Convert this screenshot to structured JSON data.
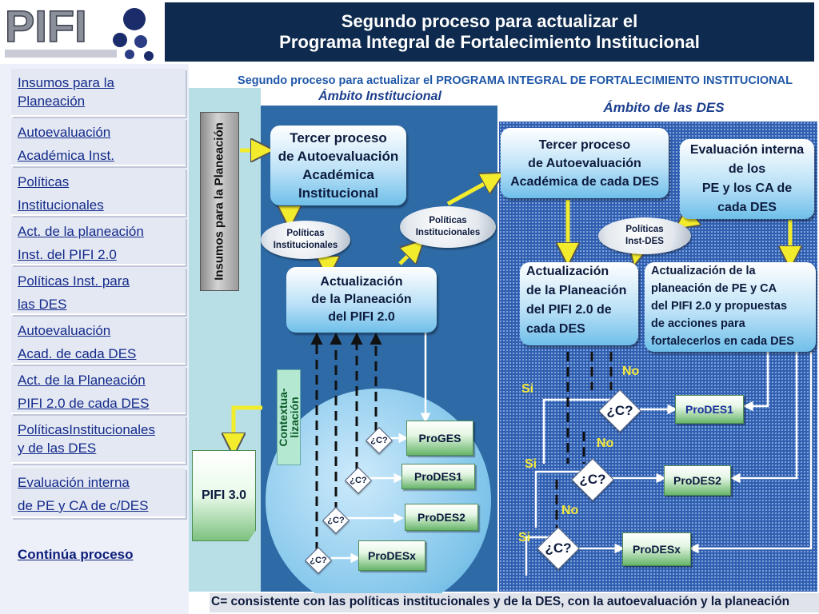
{
  "header": {
    "logo_text": "PIFI",
    "title_line1": "Segundo proceso para actualizar el",
    "title_line2": "Programa Integral de Fortalecimiento Institucional"
  },
  "sidebar": {
    "items": [
      {
        "line1": "Insumos para la",
        "line2": "Planeación"
      },
      {
        "line1": "Autoevaluación",
        "line2": "Académica Inst."
      },
      {
        "line1": "Políticas",
        "line2": "Institucionales"
      },
      {
        "line1": "Act. de la planeación",
        "line2": "Inst. del PIFI 2.0"
      },
      {
        "line1": "Políticas Inst. para",
        "line2": "las DES"
      },
      {
        "line1": "Autoevaluación",
        "line2": "Acad. de cada DES"
      },
      {
        "line1": "Act. de la Planeación",
        "line2": "PIFI 2.0 de cada DES"
      },
      {
        "line1": "PolíticasInstitucionales",
        "line2": "y de las DES"
      },
      {
        "line1": "Evaluación interna",
        "line2": "de PE y CA de c/DES"
      }
    ],
    "continue_label": "Continúa proceso"
  },
  "diagram": {
    "title": "Segundo proceso para actualizar el PROGRAMA INTEGRAL DE FORTALECIMIENTO INSTITUCIONAL",
    "scope_inst": "Ámbito Institucional",
    "scope_des": "Ámbito de las DES",
    "insumos": "Insumos para la Planeación",
    "contextualizacion": "Contextua- lización",
    "pifi_30": "PIFI 3.0",
    "tercer_inst": [
      "Tercer proceso",
      "de Autoevaluación",
      "Académica",
      "Institucional"
    ],
    "tercer_des": [
      "Tercer proceso",
      "de Autoevaluación",
      "Académica de cada DES"
    ],
    "eval_interna": [
      "Evaluación interna",
      "de los",
      "PE y los CA de",
      "cada DES"
    ],
    "actualizacion_inst": [
      "Actualización",
      "de la Planeación",
      "del PIFI 2.0"
    ],
    "actualizacion_des": [
      "Actualización",
      "de la Planeación",
      "del PIFI 2.0 de",
      "cada DES"
    ],
    "actualizacion_pe": [
      "Actualización de la",
      "planeación de PE y CA",
      "del PIFI 2.0 y propuestas",
      "de acciones para",
      "fortalecerlos en cada DES"
    ],
    "pol_inst_1": [
      "Políticas",
      "Institucionales"
    ],
    "pol_inst_2": [
      "Políticas",
      "Institucionales"
    ],
    "pol_des": [
      "Políticas",
      "Inst-DES"
    ],
    "pro_left": [
      "ProGES",
      "ProDES1",
      "ProDES2",
      "ProDESx"
    ],
    "pro_right": [
      "ProDES1",
      "ProDES2",
      "ProDESx"
    ],
    "small_decision": "¿C?",
    "big_decision": "¿C?",
    "si": "Si",
    "no": "No"
  },
  "footer": {
    "note": "C= consistente con las políticas institucionales y de la DES, con la autoevaluación y la planeación"
  }
}
